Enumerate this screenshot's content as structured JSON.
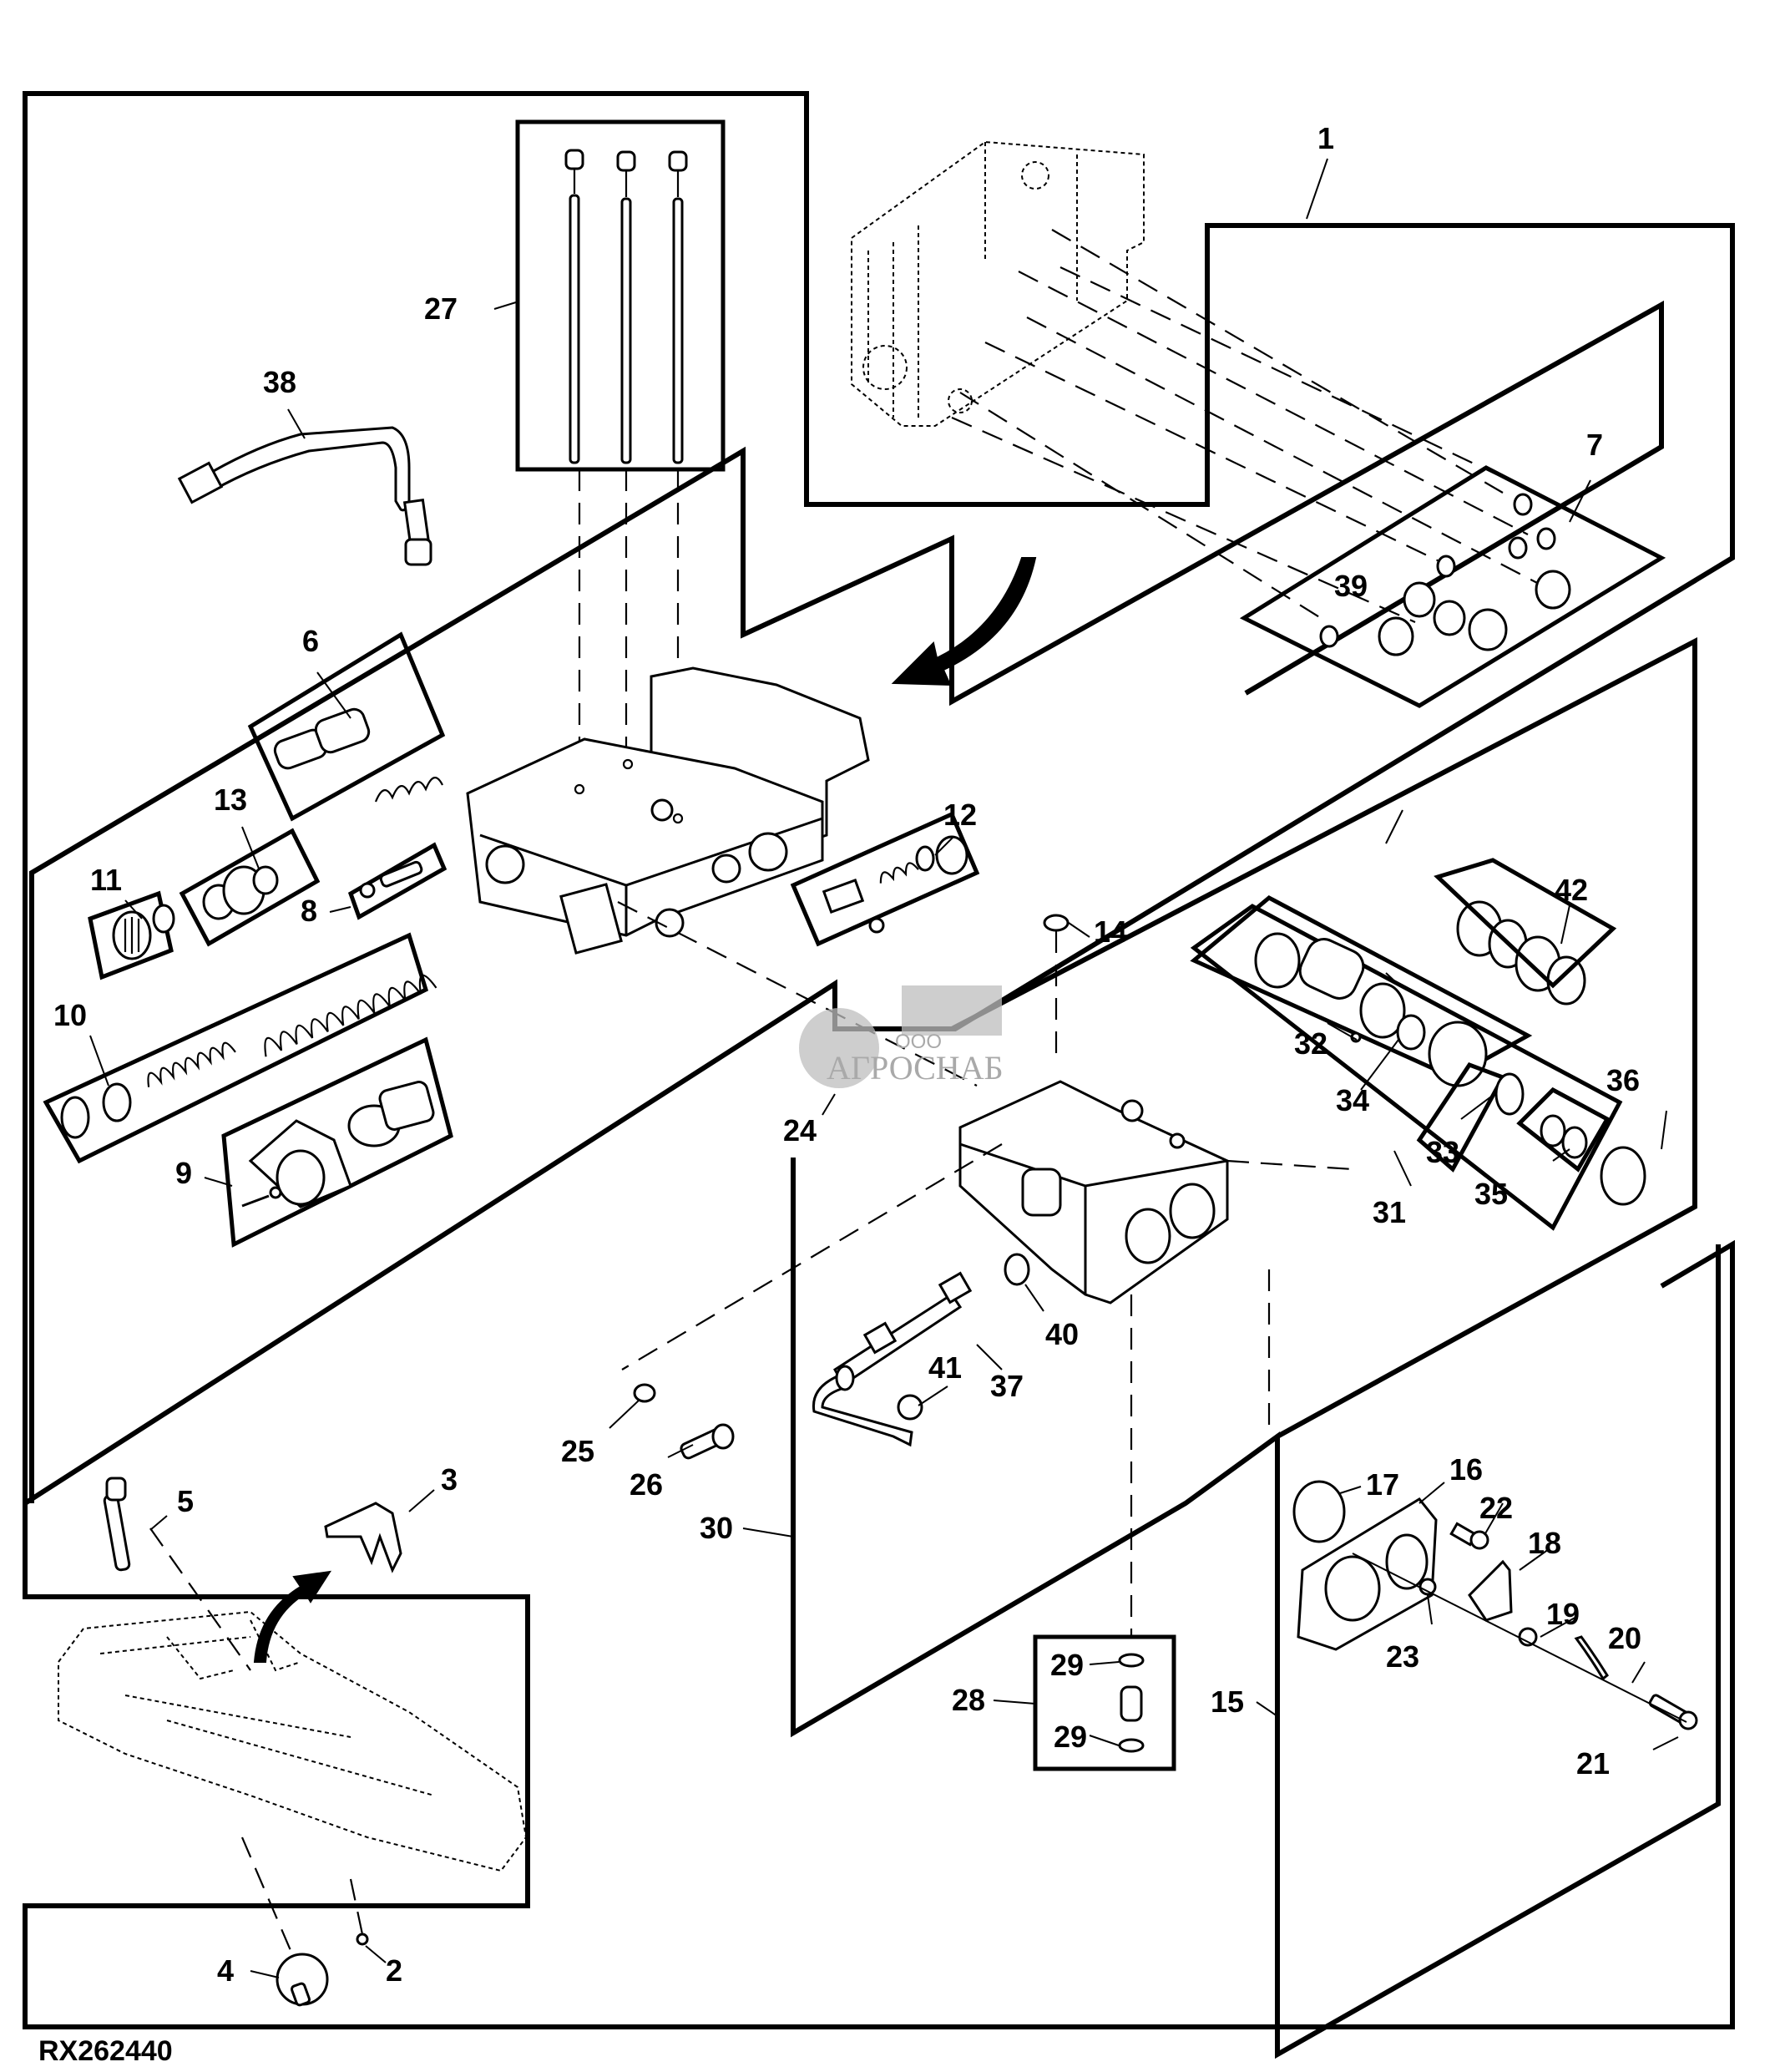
{
  "figure": {
    "id_label": "RX262440",
    "type": "exploded parts diagram"
  },
  "watermark": {
    "prefix": "ООО",
    "name": "АГРОСНАБ"
  },
  "callouts": [
    {
      "num": "1"
    },
    {
      "num": "2"
    },
    {
      "num": "3"
    },
    {
      "num": "4"
    },
    {
      "num": "5"
    },
    {
      "num": "6"
    },
    {
      "num": "7"
    },
    {
      "num": "8"
    },
    {
      "num": "9"
    },
    {
      "num": "10"
    },
    {
      "num": "11"
    },
    {
      "num": "12"
    },
    {
      "num": "13"
    },
    {
      "num": "14"
    },
    {
      "num": "15"
    },
    {
      "num": "16"
    },
    {
      "num": "17"
    },
    {
      "num": "18"
    },
    {
      "num": "19"
    },
    {
      "num": "20"
    },
    {
      "num": "21"
    },
    {
      "num": "22"
    },
    {
      "num": "23"
    },
    {
      "num": "24"
    },
    {
      "num": "25"
    },
    {
      "num": "26"
    },
    {
      "num": "27"
    },
    {
      "num": "28"
    },
    {
      "num": "29"
    },
    {
      "num": "29"
    },
    {
      "num": "30"
    },
    {
      "num": "31"
    },
    {
      "num": "32"
    },
    {
      "num": "33"
    },
    {
      "num": "34"
    },
    {
      "num": "35"
    },
    {
      "num": "36"
    },
    {
      "num": "37"
    },
    {
      "num": "38"
    },
    {
      "num": "39"
    },
    {
      "num": "40"
    },
    {
      "num": "41"
    },
    {
      "num": "42"
    }
  ]
}
